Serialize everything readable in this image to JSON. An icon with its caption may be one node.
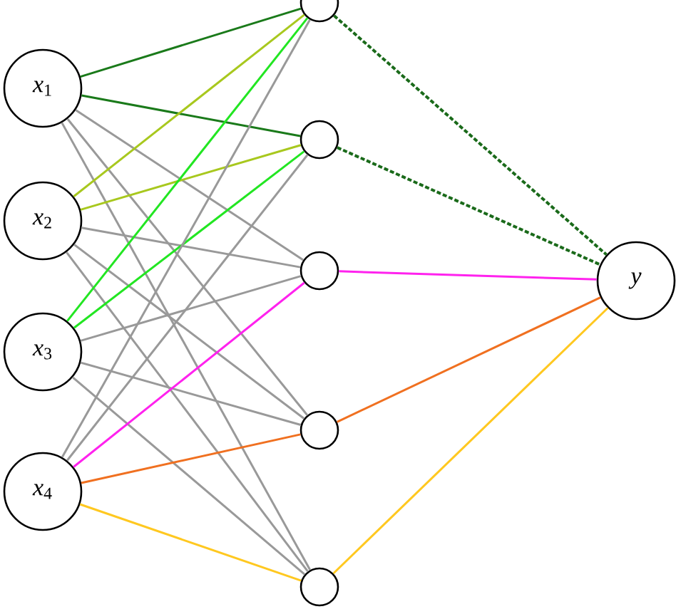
{
  "diagram": {
    "nodes": [
      {
        "text": [
          "*x*$_{1}$"
        ]
      },
      {
        "text": [
          "*x*$_{2}$"
        ]
      },
      {
        "text": [
          "*x*$_{3}$"
        ]
      },
      {
        "text": [
          "*x*$_{4}$"
        ]
      },
      {
        "text": [],
        "shape": "circle"
      },
      {
        "text": [],
        "shape": "circle"
      },
      {
        "text": [],
        "shape": "circle"
      },
      {
        "text": [],
        "shape": "circle"
      },
      {
        "text": [],
        "shape": "circle"
      },
      {
        "text": [
          "y"
        ]
      }
    ],
    "edges": [
      {
        "from": 0,
        "to": 4,
        "arrow": "none",
        "color": "#1a7a1a"
      },
      {
        "from": 0,
        "to": 5,
        "arrow": "none",
        "color": "#1a7a1a"
      },
      {
        "from": 0,
        "to": 6,
        "arrow": "none"
      },
      {
        "from": 0,
        "to": 7,
        "arrow": "none"
      },
      {
        "from": 0,
        "to": 8,
        "arrow": "none"
      },
      {
        "from": 1,
        "to": 4,
        "arrow": "none",
        "color": "#a8c81e"
      },
      {
        "from": 1,
        "to": 5,
        "arrow": "none",
        "color": "#a8c81e"
      },
      {
        "from": 1,
        "to": 6,
        "arrow": "none"
      },
      {
        "from": 1,
        "to": 7,
        "arrow": "none"
      },
      {
        "from": 1,
        "to": 8,
        "arrow": "none"
      },
      {
        "from": 2,
        "to": 4,
        "arrow": "none",
        "color": "#22e622"
      },
      {
        "from": 2,
        "to": 5,
        "arrow": "none",
        "color": "#22e622"
      },
      {
        "from": 2,
        "to": 6,
        "arrow": "none"
      },
      {
        "from": 2,
        "to": 7,
        "arrow": "none"
      },
      {
        "from": 2,
        "to": 8,
        "arrow": "none"
      },
      {
        "from": 3,
        "to": 4,
        "arrow": "none"
      },
      {
        "from": 3,
        "to": 5,
        "arrow": "none"
      },
      {
        "from": 3,
        "to": 6,
        "arrow": "none",
        "color": "#ff22ee"
      },
      {
        "from": 3,
        "to": 7,
        "arrow": "none",
        "color": "#f07020"
      },
      {
        "from": 3,
        "to": 8,
        "arrow": "none",
        "color": "#ffc820"
      },
      {
        "from": 4,
        "to": 9,
        "arrow": "none",
        "style": "dashed",
        "color": "#1a6a1a"
      },
      {
        "from": 5,
        "to": 9,
        "arrow": "none",
        "style": "dashed",
        "color": "#1a6a1a"
      },
      {
        "from": 6,
        "to": 9,
        "arrow": "none",
        "color": "#ff22ee"
      },
      {
        "from": 7,
        "to": 9,
        "arrow": "none",
        "color": "#f07020"
      },
      {
        "from": 8,
        "to": 9,
        "arrow": "none",
        "color": "#ffc820"
      }
    ]
  }
}
